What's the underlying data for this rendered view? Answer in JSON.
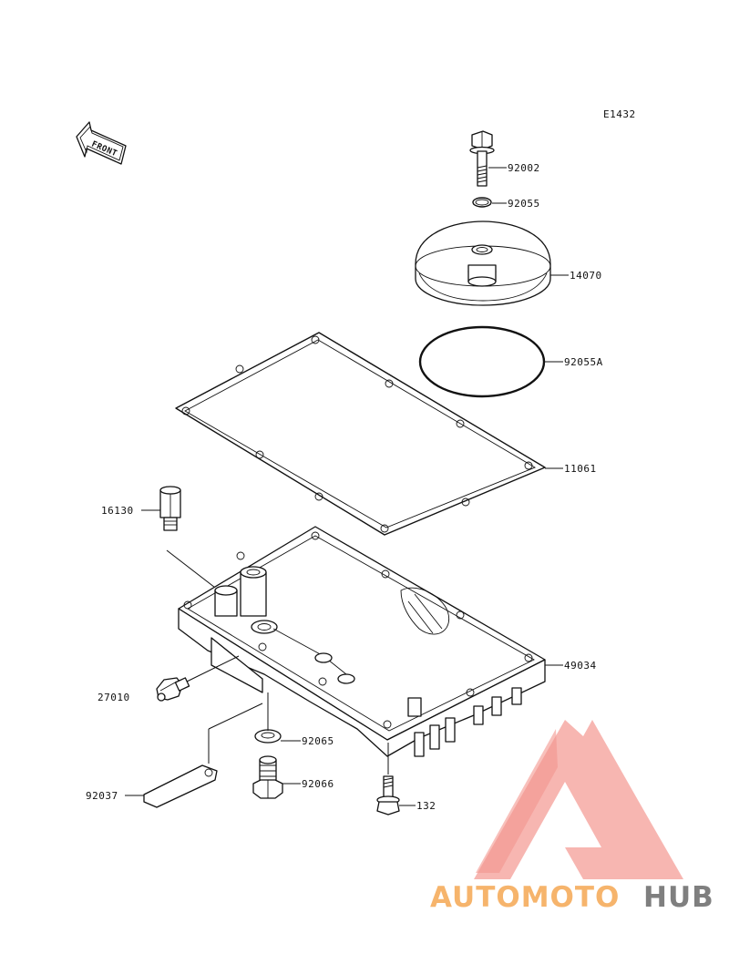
{
  "diagram_code": "E1432",
  "front_label": "FRONT",
  "parts": [
    {
      "id": "p-92002",
      "number": "92002",
      "name": "bolt"
    },
    {
      "id": "p-92055",
      "number": "92055",
      "name": "o-ring-small"
    },
    {
      "id": "p-14070",
      "number": "14070",
      "name": "filter-cover"
    },
    {
      "id": "p-92055A",
      "number": "92055A",
      "name": "o-ring-large"
    },
    {
      "id": "p-11061",
      "number": "11061",
      "name": "pan-gasket"
    },
    {
      "id": "p-16130",
      "number": "16130",
      "name": "fitting"
    },
    {
      "id": "p-49034",
      "number": "49034",
      "name": "oil-pan"
    },
    {
      "id": "p-27010",
      "number": "27010",
      "name": "oil-pressure-switch"
    },
    {
      "id": "p-92065",
      "number": "92065",
      "name": "washer"
    },
    {
      "id": "p-92066",
      "number": "92066",
      "name": "drain-plug"
    },
    {
      "id": "p-92037",
      "number": "92037",
      "name": "clamp"
    },
    {
      "id": "p-132",
      "number": "132",
      "name": "pan-bolt"
    }
  ],
  "watermark": {
    "word_1": "AUTOMOTO",
    "word_2": "HUB",
    "color_1": "#f6b46c",
    "color_2": "#7f7f7f",
    "logo_color": "#f4a09a"
  }
}
